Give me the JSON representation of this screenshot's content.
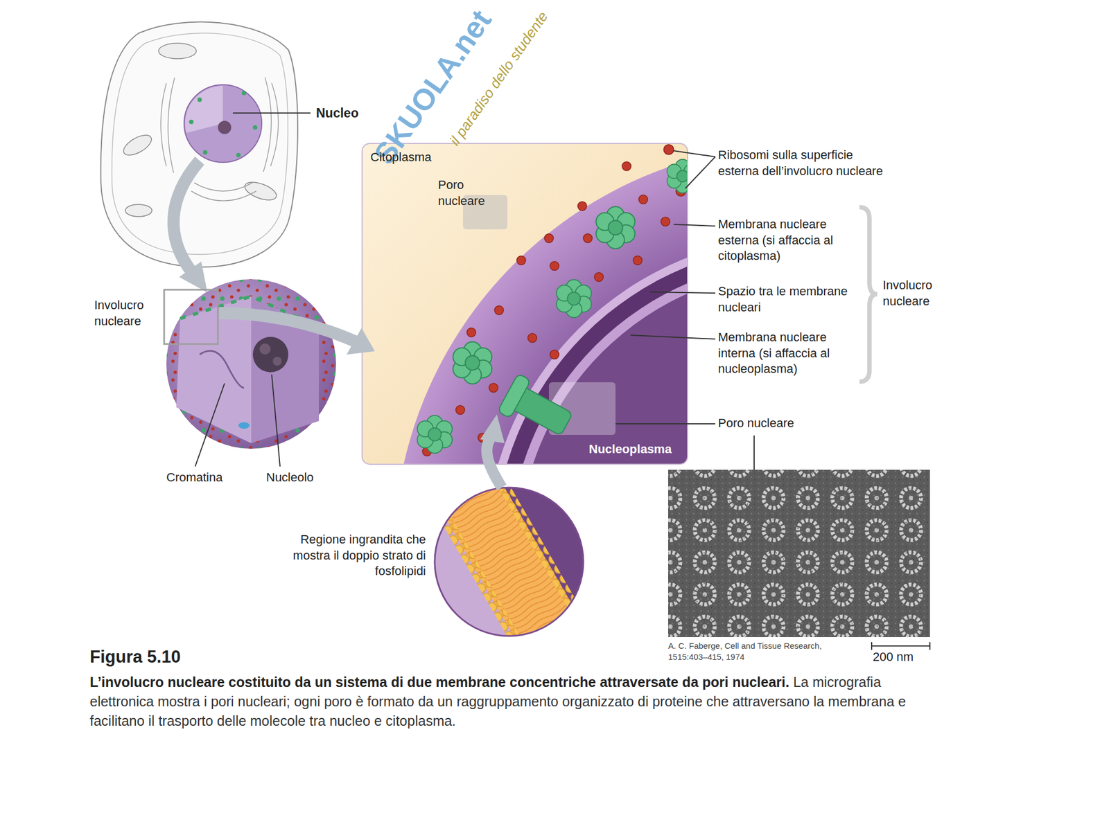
{
  "diagram": {
    "title": "Figura 5.10",
    "caption": "L’involucro nucleare costituito da un sistema di due membrane concentriche attraversate da pori nucleari. La micrografia elettronica mostra i pori nucleari; ogni poro è formato da un raggruppamento organizzato di proteine che attraversano la membrana e facilitano il trasporto delle molecole tra nucleo e citoplasma.",
    "labels": [
      "SKUOLA.net",
      "il paradiso dello studente",
      "Nucleo",
      "Involucro nucleare",
      "Cromatina",
      "Nucleolo",
      "Citoplasma",
      "Poro nucleare",
      "Ribosomi sulla superficie esterna dell’involucro nucleare",
      "Membrana nucleare esterna (si affaccia al citoplasma)",
      "Spazio tra le membrane nucleari",
      "Membrana nucleare interna (si affaccia al nucleoplasma)",
      "Involucro nucleare",
      "Poro nucleare",
      "Nucleoplasma",
      "Regione ingrandita che mostra il doppio strato di fosfolipidi",
      "A. C. Faberge, Cell and Tissue Research, 1515:403–415, 1974",
      "200 nm"
    ]
  }
}
